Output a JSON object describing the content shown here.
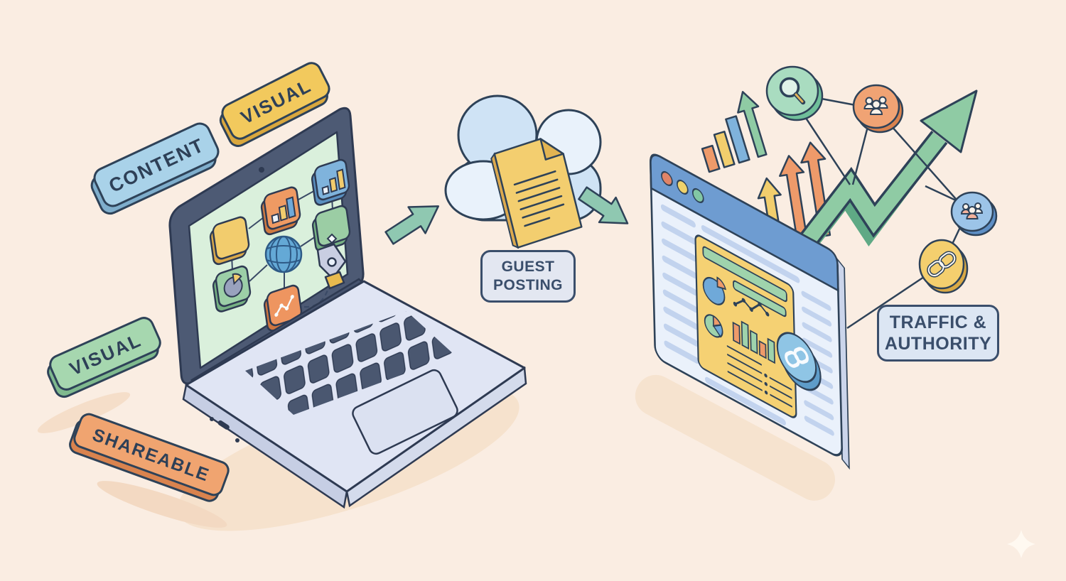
{
  "illustration": {
    "background_color": "#FAEDE2",
    "outline_color": "#2E4258",
    "tags": {
      "content": {
        "label": "CONTENT",
        "fill": "#A9D2E9",
        "edge": "#7FAECC"
      },
      "visual_top": {
        "label": "VISUAL",
        "fill": "#F2C95D",
        "edge": "#D9A73E"
      },
      "visual_left": {
        "label": "VISUAL",
        "fill": "#A6D7AF",
        "edge": "#7FB98E"
      },
      "shareable": {
        "label": "SHAREABLE",
        "fill": "#F0A470",
        "edge": "#D9834E"
      }
    },
    "stage_labels": {
      "guest_posting": "GUEST POSTING",
      "traffic_authority": "TRAFFIC & AUTHORITY"
    },
    "palette": {
      "navy_outline": "#2E4258",
      "laptop_body": "#E0E5F4",
      "laptop_keys": "#4A5770",
      "screen_mint": "#DAF0DC",
      "cloud_blue": "#CFE3F5",
      "cloud_light": "#E9F2FB",
      "document_yellow": "#F3CE6F",
      "arrow_teal": "#8FC8B1",
      "growth_green": "#8FCBA4",
      "browser_bar_blue": "#6E9CD1",
      "browser_body": "#EAF1FB",
      "card_yellow": "#F5D173",
      "accent_orange": "#EE9A6A",
      "accent_green": "#9FD3AC",
      "accent_blue": "#6FA9D9",
      "coin_green": "#A9DCC0",
      "coin_orange": "#F0A374",
      "coin_blue": "#9CC4E8",
      "coin_yellow": "#F4CF6E",
      "shadow_peach": "#F6E2CD"
    },
    "icon_names": [
      "laptop-icon",
      "flowchart-icon",
      "globe-icon",
      "pen-tool-icon",
      "pie-chart-icon",
      "bar-chart-icon",
      "trend-line-icon",
      "cloud-icon",
      "document-icon",
      "arrow-right-icon",
      "browser-window-icon",
      "traffic-light-dots-icon",
      "link-chain-icon",
      "growth-arrow-icon",
      "rising-arrows-icon",
      "search-magnifier-icon",
      "people-group-icon",
      "sparkle-icon"
    ]
  }
}
